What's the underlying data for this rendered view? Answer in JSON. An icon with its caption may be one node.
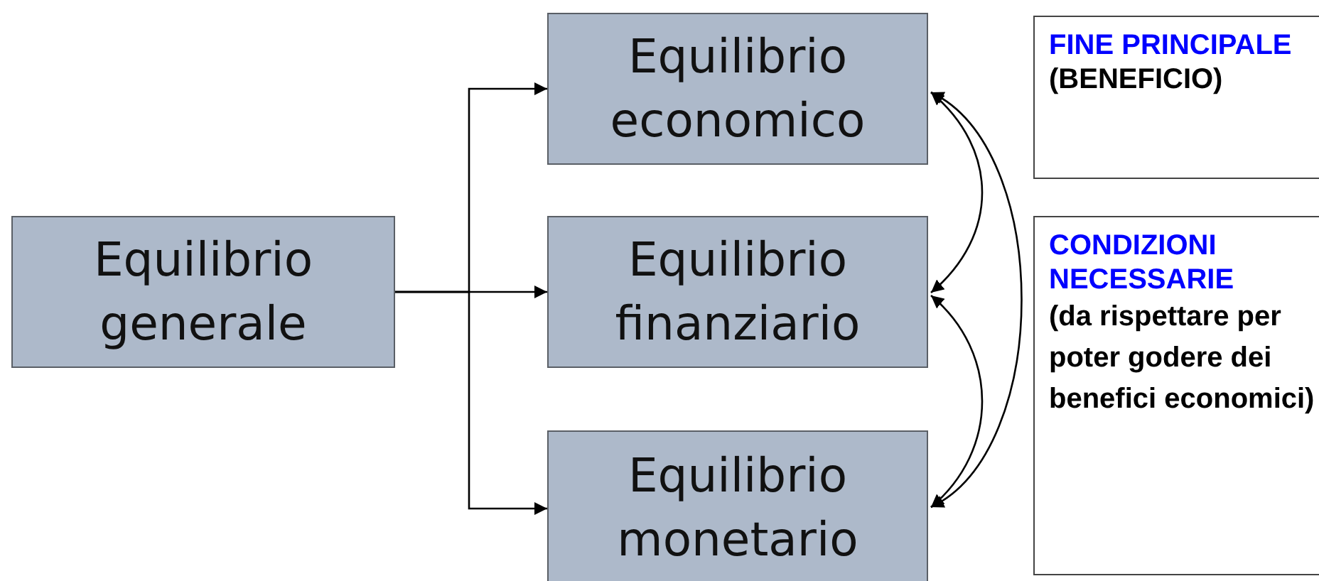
{
  "diagram": {
    "nodes": [
      {
        "text": [
          "Equilibrio generale"
        ]
      },
      {
        "text": [
          "Equilibrio economico"
        ]
      },
      {
        "text": [
          "Equilibrio finanziario"
        ]
      },
      {
        "text": [
          "Equilibrio monetario"
        ]
      },
      {
        "text": [
          "FINE PRINCIPALE",
          "(BENEFICIO)"
        ]
      },
      {
        "text": [
          "CONDIZIONI NECESSARIE",
          "(da rispettare per poter godere dei benefici economici)"
        ]
      }
    ],
    "edges": [
      {
        "from": 0,
        "to": 1,
        "arrow": "to"
      },
      {
        "from": 0,
        "to": 2,
        "arrow": "to"
      },
      {
        "from": 0,
        "to": 3,
        "arrow": "to"
      },
      {
        "from": 1,
        "to": 2,
        "arrow": "both"
      },
      {
        "from": 2,
        "to": 3,
        "arrow": "both"
      },
      {
        "from": 1,
        "to": 3,
        "arrow": "both"
      }
    ]
  }
}
